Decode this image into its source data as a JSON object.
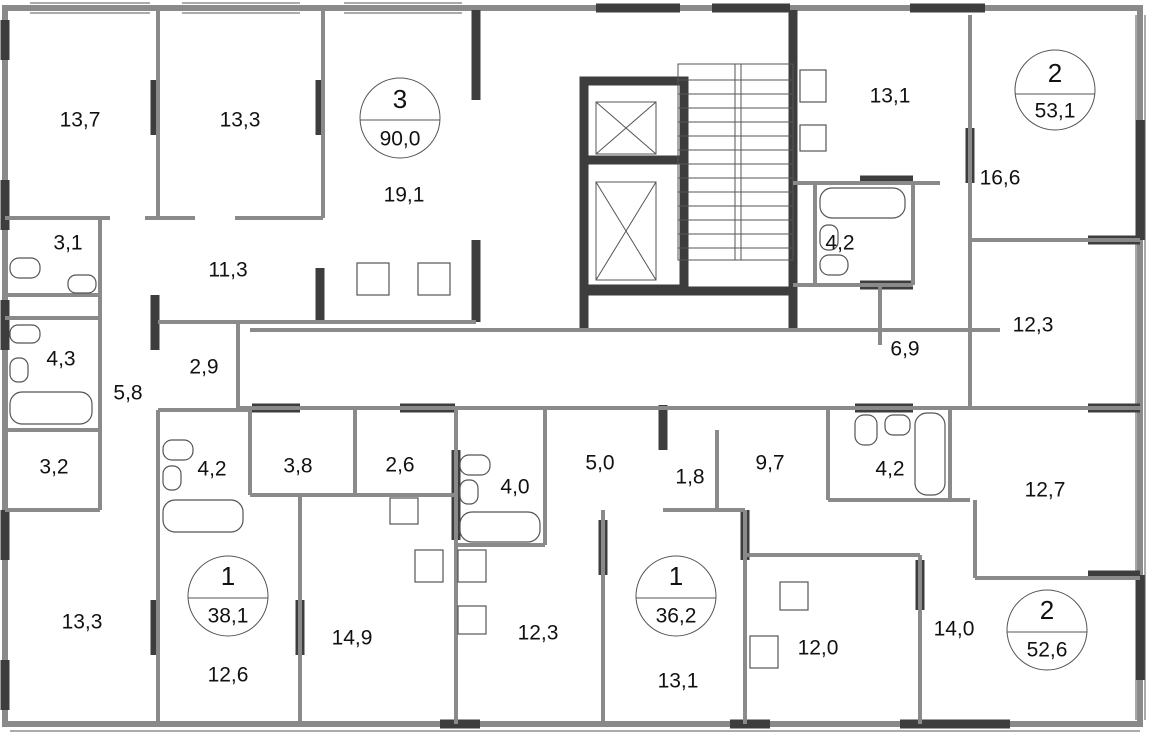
{
  "plan": {
    "apartments": [
      {
        "id": "apt-3",
        "rooms": "3",
        "area": "90,0"
      },
      {
        "id": "apt-2-top",
        "rooms": "2",
        "area": "53,1"
      },
      {
        "id": "apt-1-left",
        "rooms": "1",
        "area": "38,1"
      },
      {
        "id": "apt-1-mid",
        "rooms": "1",
        "area": "36,2"
      },
      {
        "id": "apt-2-bottom",
        "rooms": "2",
        "area": "52,6"
      }
    ],
    "rooms": [
      "13,7",
      "13,3",
      "19,1",
      "3,1",
      "11,3",
      "4,3",
      "2,9",
      "5,8",
      "3,2",
      "4,2",
      "3,8",
      "2,6",
      "4,0",
      "5,0",
      "1,8",
      "9,7",
      "4,2",
      "12,7",
      "13,1",
      "16,6",
      "4,2",
      "12,3",
      "6,9",
      "13,3",
      "12,6",
      "14,9",
      "12,3",
      "13,1",
      "12,0",
      "14,0"
    ]
  },
  "colors": {
    "wall": "#8a8a8a",
    "wall_dark": "#3d3d3d"
  }
}
